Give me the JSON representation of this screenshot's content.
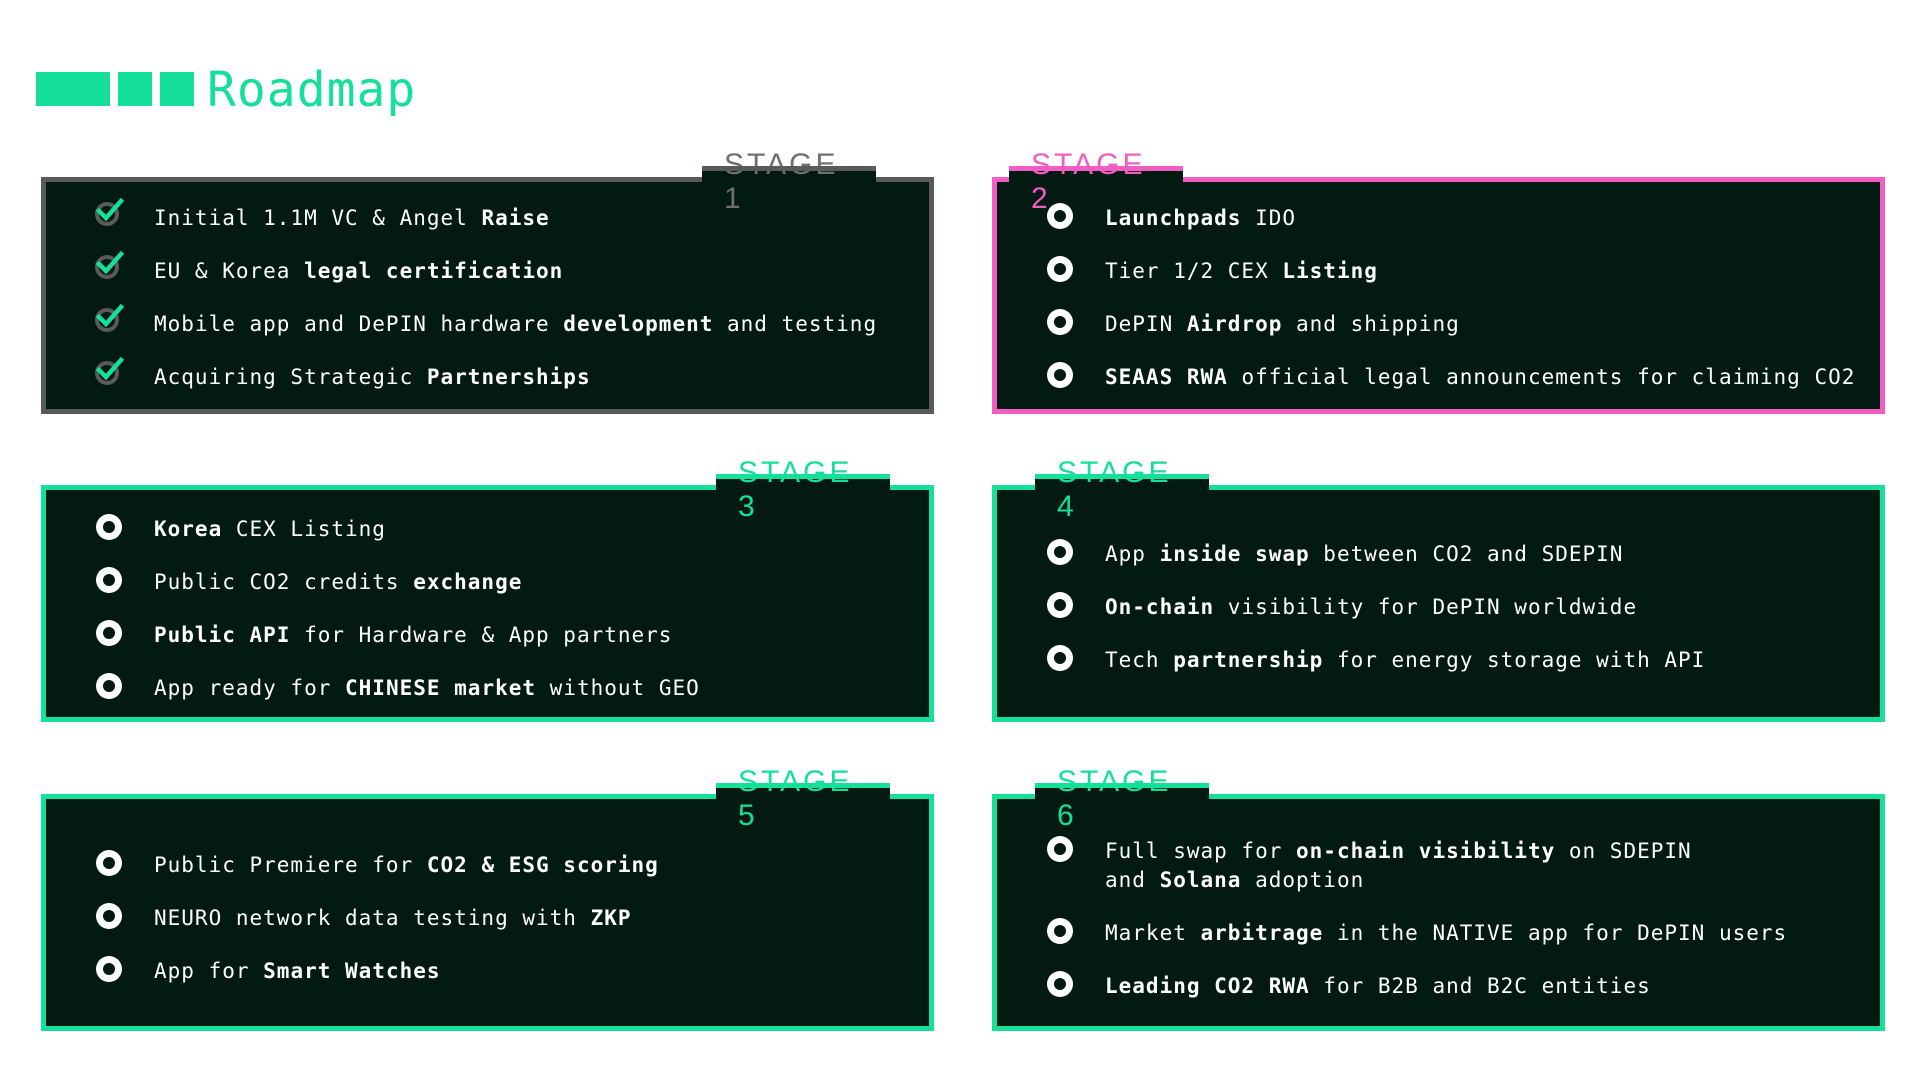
{
  "header": {
    "title": "Roadmap"
  },
  "colors": {
    "green": "#14e09a",
    "pink": "#f15dc0",
    "gray": "#5a5a5a",
    "dark": "#021a12",
    "gray_text": "#6f6f6f"
  },
  "stages": [
    {
      "label": "STAGE 1",
      "icon": "check-icon",
      "items": [
        {
          "parts": [
            {
              "t": "Initial 1.1M VC & Angel ",
              "b": false
            },
            {
              "t": "Raise",
              "b": true
            }
          ]
        },
        {
          "parts": [
            {
              "t": "EU & Korea ",
              "b": false
            },
            {
              "t": "legal certification",
              "b": true
            }
          ]
        },
        {
          "parts": [
            {
              "t": "Mobile app and DePIN hardware ",
              "b": false
            },
            {
              "t": "development",
              "b": true
            },
            {
              "t": " and testing",
              "b": false
            }
          ]
        },
        {
          "parts": [
            {
              "t": "Acquiring Strategic ",
              "b": false
            },
            {
              "t": "Partnerships",
              "b": true
            }
          ]
        }
      ]
    },
    {
      "label": "STAGE 2",
      "icon": "circle-icon",
      "items": [
        {
          "parts": [
            {
              "t": "Launchpads",
              "b": true
            },
            {
              "t": " IDO",
              "b": false
            }
          ]
        },
        {
          "parts": [
            {
              "t": "Tier 1/2 CEX ",
              "b": false
            },
            {
              "t": "Listing",
              "b": true
            }
          ]
        },
        {
          "parts": [
            {
              "t": "DePIN ",
              "b": false
            },
            {
              "t": "Airdrop",
              "b": true
            },
            {
              "t": " and shipping",
              "b": false
            }
          ]
        },
        {
          "parts": [
            {
              "t": "SEAAS RWA",
              "b": true
            },
            {
              "t": " official legal announcements for claiming CO2",
              "b": false
            }
          ]
        }
      ]
    },
    {
      "label": "STAGE 3",
      "icon": "circle-icon",
      "items": [
        {
          "parts": [
            {
              "t": "Korea",
              "b": true
            },
            {
              "t": " CEX Listing",
              "b": false
            }
          ]
        },
        {
          "parts": [
            {
              "t": "Public CO2 credits ",
              "b": false
            },
            {
              "t": "exchange",
              "b": true
            }
          ]
        },
        {
          "parts": [
            {
              "t": "Public API",
              "b": true
            },
            {
              "t": " for Hardware & App partners",
              "b": false
            }
          ]
        },
        {
          "parts": [
            {
              "t": "App ready for ",
              "b": false
            },
            {
              "t": "CHINESE market",
              "b": true
            },
            {
              "t": " without GEO",
              "b": false
            }
          ]
        }
      ]
    },
    {
      "label": "STAGE 4",
      "icon": "circle-icon",
      "items": [
        {
          "parts": [
            {
              "t": "App ",
              "b": false
            },
            {
              "t": "inside swap",
              "b": true
            },
            {
              "t": " between CO2 and SDEPIN",
              "b": false
            }
          ]
        },
        {
          "parts": [
            {
              "t": "On-chain",
              "b": true
            },
            {
              "t": " visibility for DePIN worldwide",
              "b": false
            }
          ]
        },
        {
          "parts": [
            {
              "t": "Tech ",
              "b": false
            },
            {
              "t": "partnership",
              "b": true
            },
            {
              "t": " for energy storage with API",
              "b": false
            }
          ]
        }
      ]
    },
    {
      "label": "STAGE 5",
      "icon": "circle-icon",
      "items": [
        {
          "parts": [
            {
              "t": "Public Premiere for ",
              "b": false
            },
            {
              "t": "CO2 & ESG scoring",
              "b": true
            }
          ]
        },
        {
          "parts": [
            {
              "t": "NEURO network data testing with ",
              "b": false
            },
            {
              "t": "ZKP",
              "b": true
            }
          ]
        },
        {
          "parts": [
            {
              "t": "App for ",
              "b": false
            },
            {
              "t": "Smart Watches",
              "b": true
            }
          ]
        }
      ]
    },
    {
      "label": "STAGE 6",
      "icon": "circle-icon",
      "items": [
        {
          "parts": [
            {
              "t": "Full swap for ",
              "b": false
            },
            {
              "t": "on-chain visibility",
              "b": true
            },
            {
              "t": " on SDEPIN\nand ",
              "b": false
            },
            {
              "t": "Solana",
              "b": true
            },
            {
              "t": " adoption",
              "b": false
            }
          ]
        },
        {
          "parts": [
            {
              "t": "Market ",
              "b": false
            },
            {
              "t": "arbitrage",
              "b": true
            },
            {
              "t": " in the NATIVE app for DePIN users",
              "b": false
            }
          ]
        },
        {
          "parts": [
            {
              "t": "Leading CO2 RWA",
              "b": true
            },
            {
              "t": " for B2B and B2C entities",
              "b": false
            }
          ]
        }
      ]
    }
  ]
}
